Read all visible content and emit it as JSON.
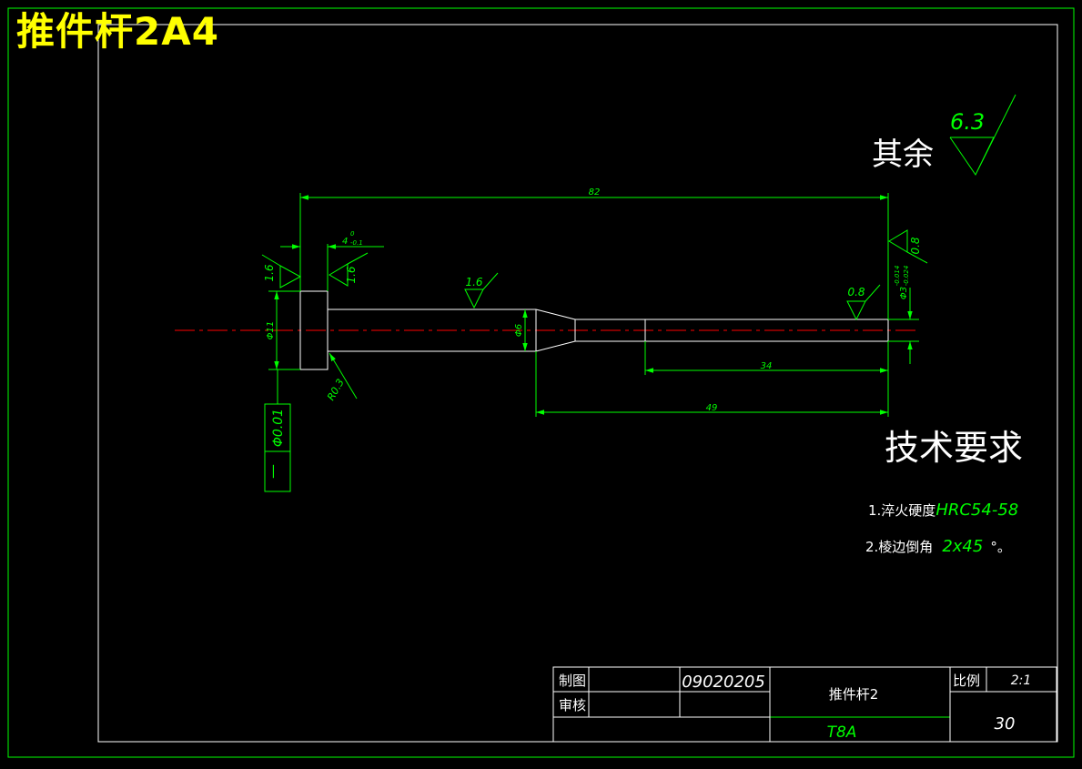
{
  "colors": {
    "background": "#000000",
    "frame": "#ffffff",
    "dimension": "#00ff00",
    "part": "#ffffff",
    "centerline": "#ff0000",
    "title_text": "#ffff00"
  },
  "drawing_title": "推件杆2A4",
  "roughness": {
    "default_label": "其余",
    "default_value": "6.3",
    "head_left": "1.6",
    "head_right": "1.6",
    "shank": "1.6",
    "tip": "0.8",
    "end_face": "0.8"
  },
  "dimensions": {
    "total_length": "82",
    "head_thickness": "4",
    "head_thickness_tol_upper": "0",
    "head_thickness_tol_lower": "-0.1",
    "head_diameter": "Φ11",
    "shank_diameter": "Φ6",
    "tip_diameter": "Φ3",
    "tip_diameter_tol_upper": "-0.014",
    "tip_diameter_tol_lower": "-0.024",
    "fillet_radius": "R0.3",
    "tip_length": "34",
    "reduced_length": "49"
  },
  "tolerance_frame": {
    "symbol": "—",
    "value": "Φ0.01"
  },
  "tech_requirements": {
    "heading": "技术要求",
    "item1_prefix": "1.淬火硬度",
    "item1_value": "HRC54-58",
    "item2_prefix": "2.棱边倒角",
    "item2_value": "2x45",
    "item2_suffix": "°。"
  },
  "title_block": {
    "drawn_label": "制图",
    "checked_label": "审核",
    "drawing_number": "09020205",
    "part_name": "推件杆2",
    "scale_label": "比例",
    "scale_value": "2:1",
    "material": "T8A",
    "quantity": "30"
  }
}
